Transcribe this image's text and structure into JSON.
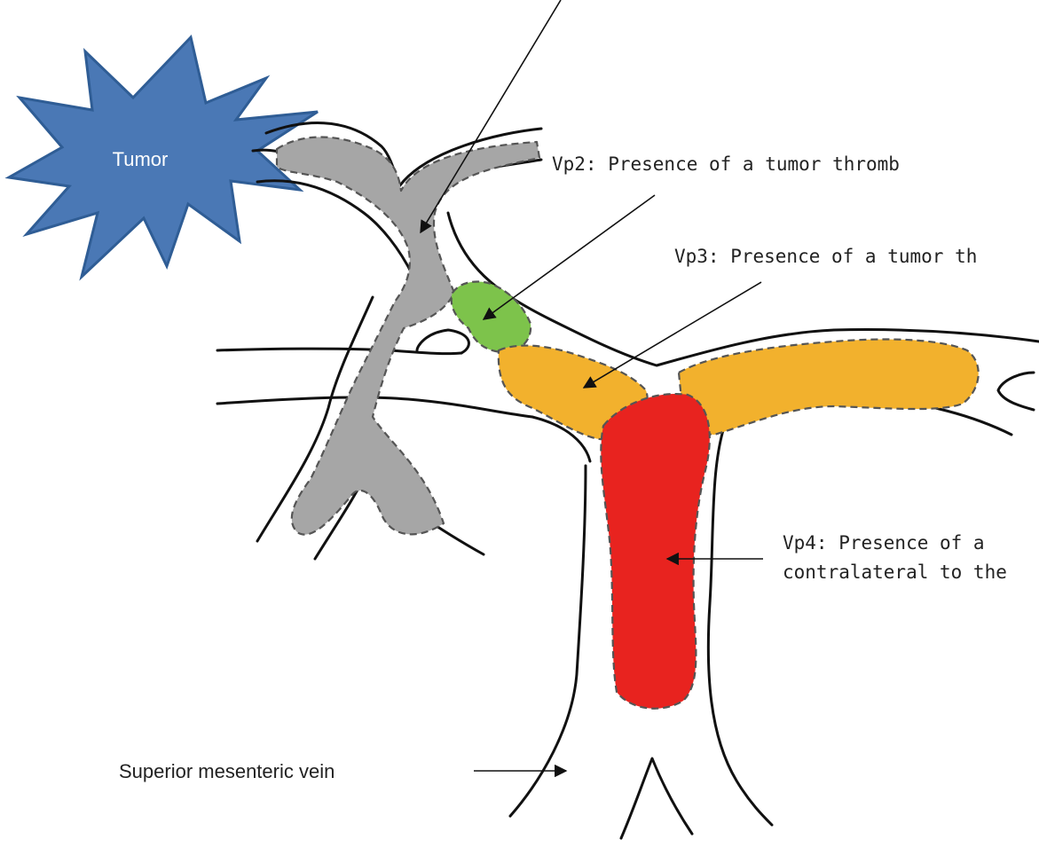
{
  "tumor": {
    "label": "Tumor",
    "color": "#4A78B5",
    "outline": "#2F5D95"
  },
  "colors": {
    "vp1": "#A6A6A6",
    "vp2": "#7DC34B",
    "vp3": "#F2B12D",
    "vp4": "#E8231F"
  },
  "labels": {
    "vp2": "Vp2: Presence of a tumor thromb",
    "vp3": "Vp3: Presence of a tumor th",
    "vp4_line1": "Vp4: Presence of a",
    "vp4_line2": "contralateral to the",
    "smv": "Superior mesenteric vein"
  }
}
